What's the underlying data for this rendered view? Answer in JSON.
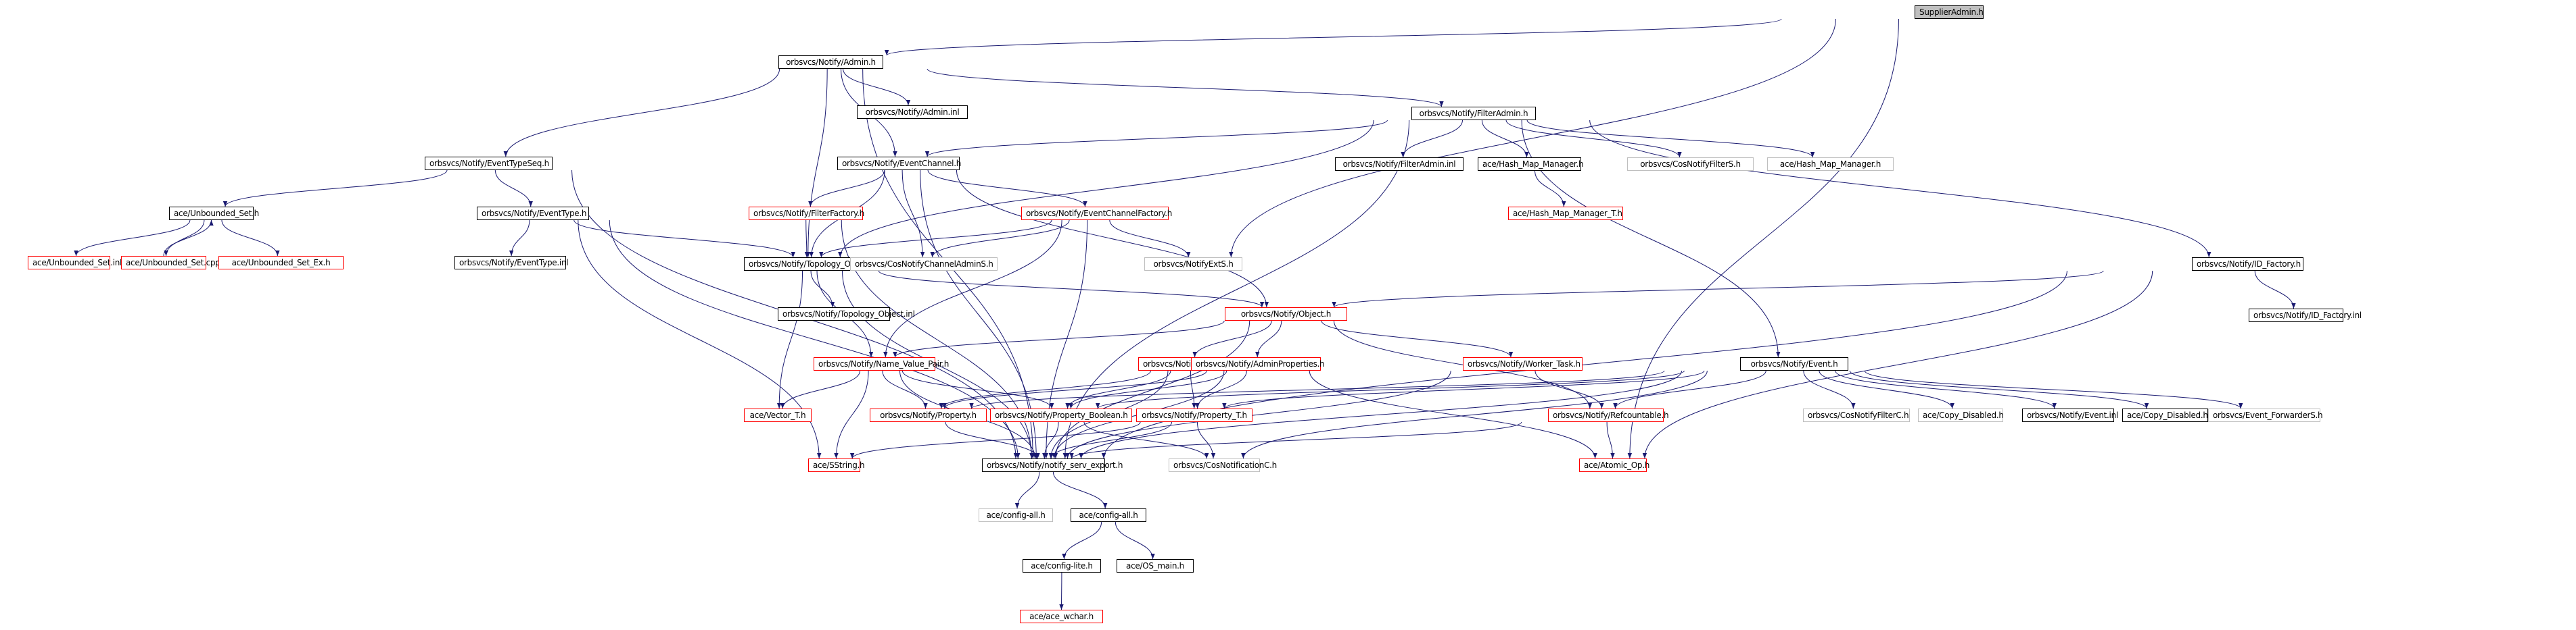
{
  "title": "SupplierAdmin.h include dependency graph",
  "colors": {
    "edge": "#191970",
    "border_normal": "#000000",
    "border_truncated": "#ff0000",
    "border_external": "#bfbfbf",
    "root_fill": "#bfbfbf"
  },
  "nodes": [
    {
      "id": "n0",
      "label": "SupplierAdmin.h",
      "style": "root"
    },
    {
      "id": "n1",
      "label": "orbsvcs/Notify/Admin.h",
      "style": "normal"
    },
    {
      "id": "n2",
      "label": "orbsvcs/Notify/Admin.inl",
      "style": "normal"
    },
    {
      "id": "n3",
      "label": "orbsvcs/Notify/FilterAdmin.h",
      "style": "normal"
    },
    {
      "id": "n4",
      "label": "orbsvcs/Notify/EventTypeSeq.h",
      "style": "normal"
    },
    {
      "id": "n5",
      "label": "orbsvcs/Notify/EventChannel.h",
      "style": "normal"
    },
    {
      "id": "n6",
      "label": "orbsvcs/Notify/FilterAdmin.inl",
      "style": "normal"
    },
    {
      "id": "n7",
      "label": "ace/Hash_Map_Manager.h",
      "style": "normal"
    },
    {
      "id": "n8",
      "label": "orbsvcs/CosNotifyFilterS.h",
      "style": "external"
    },
    {
      "id": "n9",
      "label": "ace/Hash_Map_Manager.h",
      "style": "external"
    },
    {
      "id": "n10",
      "label": "ace/Hash_Map_Manager_T.h",
      "style": "truncated"
    },
    {
      "id": "n11",
      "label": "ace/Unbounded_Set.h",
      "style": "normal"
    },
    {
      "id": "n12",
      "label": "orbsvcs/Notify/EventType.h",
      "style": "normal"
    },
    {
      "id": "n13",
      "label": "orbsvcs/Notify/FilterFactory.h",
      "style": "truncated"
    },
    {
      "id": "n14",
      "label": "orbsvcs/Notify/EventChannelFactory.h",
      "style": "truncated"
    },
    {
      "id": "n15",
      "label": "ace/Unbounded_Set.inl",
      "style": "truncated"
    },
    {
      "id": "n16",
      "label": "ace/Unbounded_Set.cpp",
      "style": "truncated"
    },
    {
      "id": "n17",
      "label": "ace/Unbounded_Set_Ex.h",
      "style": "truncated"
    },
    {
      "id": "n18",
      "label": "orbsvcs/Notify/EventType.inl",
      "style": "normal"
    },
    {
      "id": "n19",
      "label": "orbsvcs/Notify/Topology_Object.h",
      "style": "normal"
    },
    {
      "id": "n20",
      "label": "orbsvcs/CosNotifyChannelAdminS.h",
      "style": "external"
    },
    {
      "id": "n21",
      "label": "orbsvcs/NotifyExtS.h",
      "style": "external"
    },
    {
      "id": "n22",
      "label": "orbsvcs/Notify/ID_Factory.h",
      "style": "normal"
    },
    {
      "id": "n23",
      "label": "orbsvcs/Notify/Topology_Object.inl",
      "style": "normal"
    },
    {
      "id": "n24",
      "label": "orbsvcs/Notify/Object.h",
      "style": "truncated"
    },
    {
      "id": "n25",
      "label": "orbsvcs/Notify/ID_Factory.inl",
      "style": "normal"
    },
    {
      "id": "n26",
      "label": "orbsvcs/Notify/Name_Value_Pair.h",
      "style": "truncated"
    },
    {
      "id": "n27",
      "label": "orbsvcs/Notify/QoSProperties.h",
      "style": "truncated"
    },
    {
      "id": "n28",
      "label": "orbsvcs/Notify/AdminProperties.h",
      "style": "truncated"
    },
    {
      "id": "n29",
      "label": "orbsvcs/Notify/Worker_Task.h",
      "style": "truncated"
    },
    {
      "id": "n30",
      "label": "orbsvcs/Notify/Event.h",
      "style": "normal"
    },
    {
      "id": "n31",
      "label": "ace/Vector_T.h",
      "style": "truncated"
    },
    {
      "id": "n32",
      "label": "orbsvcs/Notify/Property.h",
      "style": "truncated"
    },
    {
      "id": "n33",
      "label": "orbsvcs/Notify/Property_Boolean.h",
      "style": "truncated"
    },
    {
      "id": "n34",
      "label": "orbsvcs/Notify/Property_T.h",
      "style": "truncated"
    },
    {
      "id": "n35",
      "label": "orbsvcs/Notify/Refcountable.h",
      "style": "truncated"
    },
    {
      "id": "n36",
      "label": "orbsvcs/CosNotifyFilterC.h",
      "style": "external"
    },
    {
      "id": "n37",
      "label": "ace/Copy_Disabled.h",
      "style": "external"
    },
    {
      "id": "n38",
      "label": "orbsvcs/Notify/Event.inl",
      "style": "normal"
    },
    {
      "id": "n39",
      "label": "ace/Copy_Disabled.h",
      "style": "normal"
    },
    {
      "id": "n40",
      "label": "orbsvcs/Event_ForwarderS.h",
      "style": "external"
    },
    {
      "id": "n41",
      "label": "ace/SString.h",
      "style": "truncated"
    },
    {
      "id": "n42",
      "label": "orbsvcs/Notify/notify_serv_export.h",
      "style": "normal"
    },
    {
      "id": "n43",
      "label": "orbsvcs/CosNotificationC.h",
      "style": "external"
    },
    {
      "id": "n44",
      "label": "ace/Atomic_Op.h",
      "style": "truncated"
    },
    {
      "id": "n45",
      "label": "ace/config-all.h",
      "style": "external"
    },
    {
      "id": "n46",
      "label": "ace/config-all.h",
      "style": "normal"
    },
    {
      "id": "n47",
      "label": "ace/config-lite.h",
      "style": "normal"
    },
    {
      "id": "n48",
      "label": "ace/OS_main.h",
      "style": "normal"
    },
    {
      "id": "n49",
      "label": "ace/ace_wchar.h",
      "style": "truncated"
    }
  ],
  "edges": [
    [
      "n0",
      "n1"
    ],
    [
      "n0",
      "n21"
    ],
    [
      "n0",
      "n44"
    ],
    [
      "n1",
      "n2"
    ],
    [
      "n1",
      "n3"
    ],
    [
      "n1",
      "n4"
    ],
    [
      "n1",
      "n5"
    ],
    [
      "n1",
      "n19"
    ],
    [
      "n1",
      "n42"
    ],
    [
      "n3",
      "n5"
    ],
    [
      "n3",
      "n6"
    ],
    [
      "n3",
      "n7"
    ],
    [
      "n3",
      "n8"
    ],
    [
      "n3",
      "n9"
    ],
    [
      "n3",
      "n19"
    ],
    [
      "n3",
      "n22"
    ],
    [
      "n3",
      "n30"
    ],
    [
      "n3",
      "n42"
    ],
    [
      "n7",
      "n10"
    ],
    [
      "n4",
      "n11"
    ],
    [
      "n4",
      "n12"
    ],
    [
      "n4",
      "n42"
    ],
    [
      "n11",
      "n15"
    ],
    [
      "n11",
      "n16"
    ],
    [
      "n16",
      "n11"
    ],
    [
      "n11",
      "n17"
    ],
    [
      "n12",
      "n18"
    ],
    [
      "n12",
      "n19"
    ],
    [
      "n12",
      "n41"
    ],
    [
      "n12",
      "n42"
    ],
    [
      "n5",
      "n13"
    ],
    [
      "n5",
      "n14"
    ],
    [
      "n5",
      "n19"
    ],
    [
      "n5",
      "n20"
    ],
    [
      "n5",
      "n24"
    ],
    [
      "n5",
      "n42"
    ],
    [
      "n13",
      "n19"
    ],
    [
      "n13",
      "n42"
    ],
    [
      "n14",
      "n19"
    ],
    [
      "n14",
      "n20"
    ],
    [
      "n14",
      "n21"
    ],
    [
      "n14",
      "n26"
    ],
    [
      "n14",
      "n42"
    ],
    [
      "n19",
      "n23"
    ],
    [
      "n19",
      "n24"
    ],
    [
      "n19",
      "n26"
    ],
    [
      "n19",
      "n31"
    ],
    [
      "n19",
      "n42"
    ],
    [
      "n22",
      "n24"
    ],
    [
      "n22",
      "n25"
    ],
    [
      "n22",
      "n42"
    ],
    [
      "n22",
      "n44"
    ],
    [
      "n24",
      "n26"
    ],
    [
      "n24",
      "n27"
    ],
    [
      "n24",
      "n28"
    ],
    [
      "n24",
      "n29"
    ],
    [
      "n24",
      "n35"
    ],
    [
      "n24",
      "n42"
    ],
    [
      "n26",
      "n31"
    ],
    [
      "n26",
      "n32"
    ],
    [
      "n26",
      "n33"
    ],
    [
      "n26",
      "n41"
    ],
    [
      "n26",
      "n42"
    ],
    [
      "n27",
      "n32"
    ],
    [
      "n27",
      "n33"
    ],
    [
      "n27",
      "n34"
    ],
    [
      "n27",
      "n42"
    ],
    [
      "n28",
      "n32"
    ],
    [
      "n28",
      "n33"
    ],
    [
      "n28",
      "n34"
    ],
    [
      "n28",
      "n44"
    ],
    [
      "n28",
      "n42"
    ],
    [
      "n29",
      "n35"
    ],
    [
      "n29",
      "n42"
    ],
    [
      "n30",
      "n32"
    ],
    [
      "n30",
      "n33"
    ],
    [
      "n30",
      "n34"
    ],
    [
      "n30",
      "n35"
    ],
    [
      "n30",
      "n36"
    ],
    [
      "n30",
      "n37"
    ],
    [
      "n30",
      "n38"
    ],
    [
      "n30",
      "n39"
    ],
    [
      "n30",
      "n40"
    ],
    [
      "n30",
      "n42"
    ],
    [
      "n30",
      "n43"
    ],
    [
      "n32",
      "n42"
    ],
    [
      "n33",
      "n42"
    ],
    [
      "n33",
      "n43"
    ],
    [
      "n34",
      "n42"
    ],
    [
      "n34",
      "n43"
    ],
    [
      "n34",
      "n41"
    ],
    [
      "n35",
      "n44"
    ],
    [
      "n35",
      "n42"
    ],
    [
      "n42",
      "n45"
    ],
    [
      "n42",
      "n46"
    ],
    [
      "n46",
      "n47"
    ],
    [
      "n46",
      "n48"
    ],
    [
      "n47",
      "n49"
    ]
  ]
}
